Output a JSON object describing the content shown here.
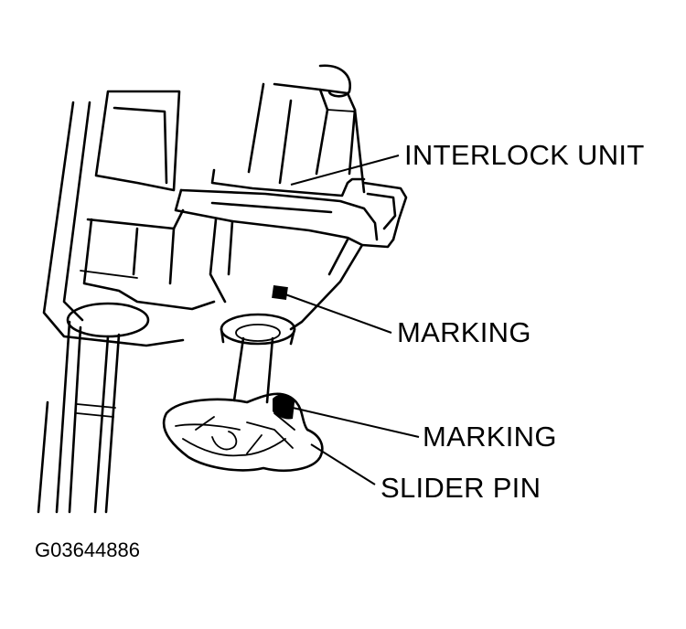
{
  "labels": {
    "interlock_unit": "INTERLOCK UNIT",
    "marking_upper": "MARKING",
    "marking_lower": "MARKING",
    "slider_pin": "SLIDER PIN"
  },
  "figure_code": "G03644886",
  "colors": {
    "ink": "#000000",
    "background": "#ffffff"
  }
}
